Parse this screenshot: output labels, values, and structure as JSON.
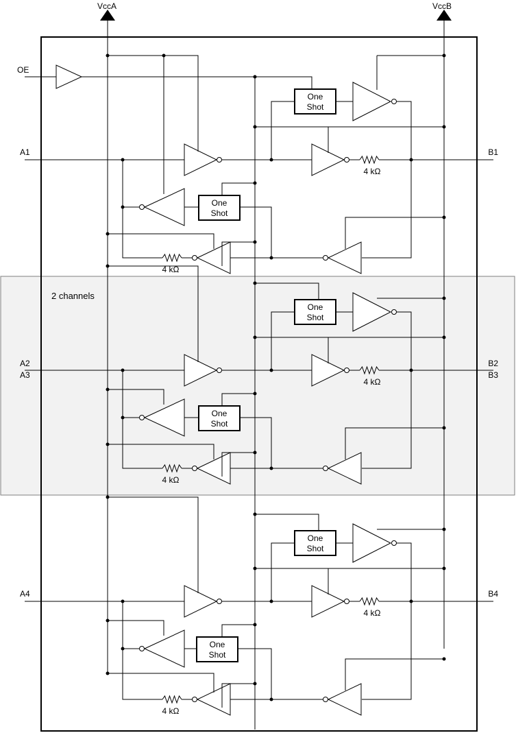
{
  "rails": {
    "vcca": "VccA",
    "vccb": "VccB"
  },
  "oe_label": "OE",
  "one_shot": [
    "One",
    "Shot"
  ],
  "resistor": "4 kΩ",
  "group_label": "2 channels",
  "channels": [
    {
      "a": [
        "A1"
      ],
      "b": [
        "B1"
      ]
    },
    {
      "a": [
        "A2",
        "A3"
      ],
      "b": [
        "B2",
        "B3"
      ]
    },
    {
      "a": [
        "A4"
      ],
      "b": [
        "B4"
      ]
    }
  ]
}
